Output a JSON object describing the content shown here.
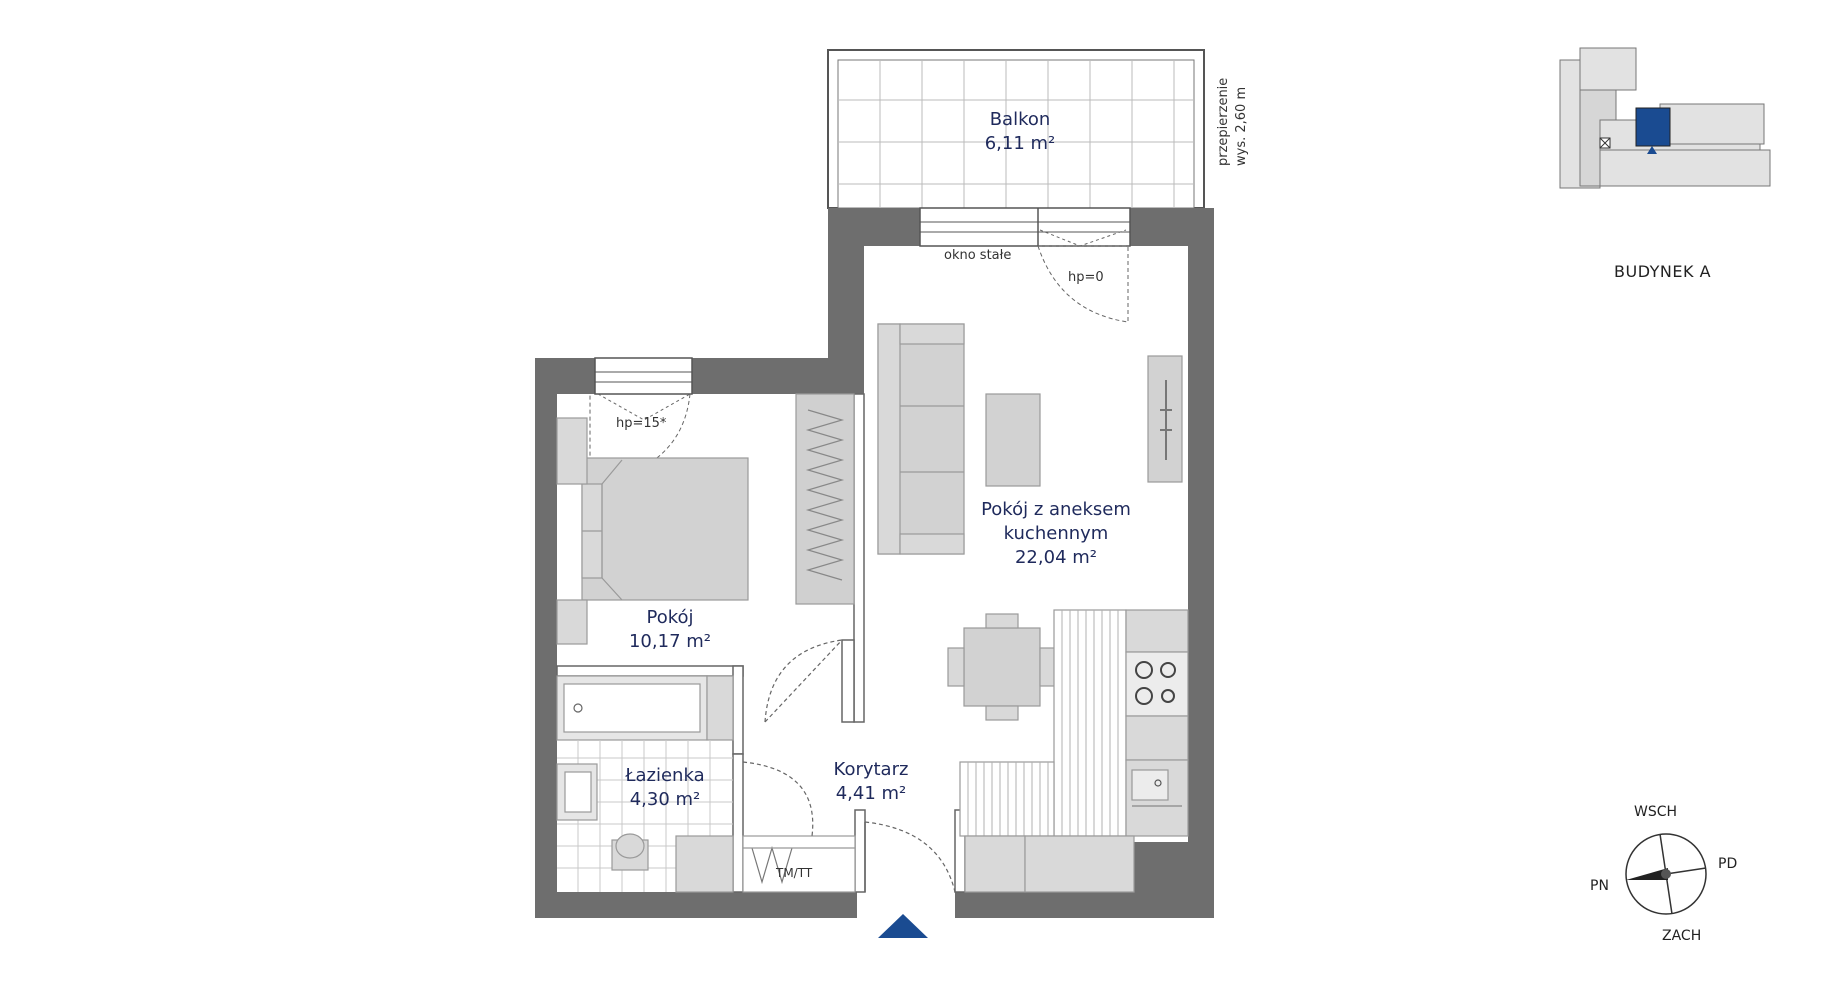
{
  "rooms": {
    "balcony": {
      "name": "Balkon",
      "area": "6,11 m²"
    },
    "living": {
      "name_line1": "Pokój z aneksem",
      "name_line2": "kuchennym",
      "area": "22,04 m²"
    },
    "bedroom": {
      "name": "Pokój",
      "area": "10,17 m²"
    },
    "bathroom": {
      "name": "Łazienka",
      "area": "4,30 m²"
    },
    "corridor": {
      "name": "Korytarz",
      "area": "4,41 m²"
    }
  },
  "annotations": {
    "partition_line1": "przepierzenie",
    "partition_line2": "wys. 2,60 m",
    "fixed_window": "okno stałe",
    "window_sill_living": "hp=0",
    "window_sill_bedroom": "hp=15*",
    "utility_label": "TM/TT"
  },
  "building": {
    "label": "BUDYNEK A"
  },
  "compass": {
    "north": "PN",
    "east": "WSCH",
    "south": "PD",
    "west": "ZACH"
  },
  "colors": {
    "wall": "#6e6e6e",
    "furniture": "#d9d9d9",
    "furniture_stroke": "#9a9a9a",
    "label": "#1f2a5c",
    "accent": "#1a4b91"
  }
}
